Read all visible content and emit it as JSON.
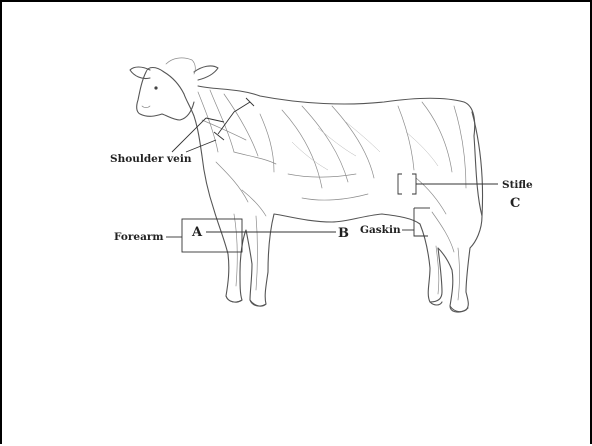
{
  "labels": {
    "shoulder_vein": "Shoulder vein",
    "forearm": "Forearm",
    "letter_a": "A",
    "letter_b": "B",
    "gaskin": "Gaskin",
    "stifle": "Stifle",
    "letter_c": "C"
  }
}
